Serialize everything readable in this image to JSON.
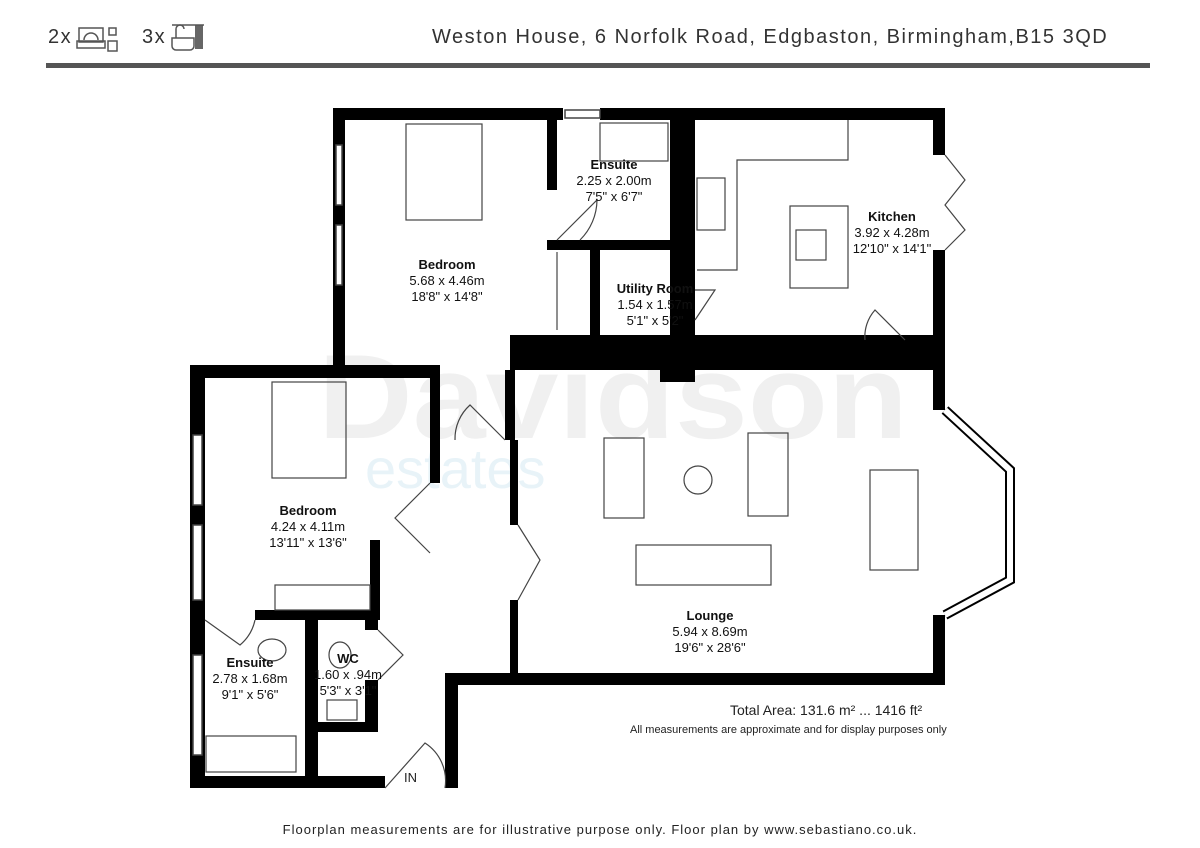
{
  "header": {
    "bedrooms": "2x",
    "bedroom_icon": "bed-icon",
    "bathrooms": "3x",
    "bathroom_icon": "bath-icon",
    "address": "Weston House, 6 Norfolk Road, Edgbaston, Birmingham,B15 3QD"
  },
  "watermark": {
    "line1": "Davidson",
    "line2": "estates"
  },
  "rooms": [
    {
      "name": "Bedroom",
      "metric": "5.68 x 4.46m",
      "imperial": "18'8\" x 14'8\""
    },
    {
      "name": "Ensuite",
      "metric": "2.25 x 2.00m",
      "imperial": "7'5\" x 6'7\""
    },
    {
      "name": "Kitchen",
      "metric": "3.92 x 4.28m",
      "imperial": "12'10\" x 14'1\""
    },
    {
      "name": "Utility Room",
      "metric": "1.54 x 1.57m",
      "imperial": "5'1\" x 5'2\""
    },
    {
      "name": "Bedroom",
      "metric": "4.24 x 4.11m",
      "imperial": "13'11\" x 13'6\""
    },
    {
      "name": "Lounge",
      "metric": "5.94 x 8.69m",
      "imperial": "19'6\" x 28'6\""
    },
    {
      "name": "Ensuite",
      "metric": "2.78 x 1.68m",
      "imperial": "9'1\" x 5'6\""
    },
    {
      "name": "WC",
      "metric": "1.60 x .94m",
      "imperial": "5'3\" x 3'1\""
    }
  ],
  "entrance": "IN",
  "total_area": "Total Area: 131.6 m² ... 1416 ft²",
  "disclaimer": "All measurements are approximate and for display purposes only",
  "footer": "Floorplan measurements are for illustrative purpose only. Floor plan by www.sebastiano.co.uk."
}
